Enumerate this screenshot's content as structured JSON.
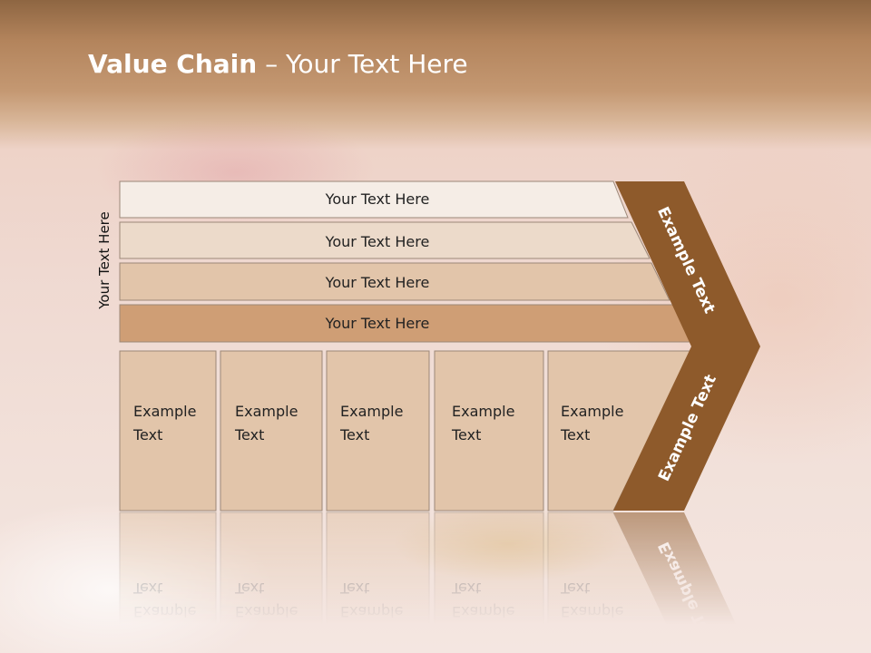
{
  "title": {
    "bold": "Value Chain",
    "rest": " – Your Text Here"
  },
  "side_label": "Your Text Here",
  "support_rows": [
    {
      "label": "Your Text Here",
      "fill": "#f5ede6"
    },
    {
      "label": "Your Text Here",
      "fill": "#ecdaca"
    },
    {
      "label": "Your Text Here",
      "fill": "#e2c5aa"
    },
    {
      "label": "Your Text Here",
      "fill": "#cf9e75"
    }
  ],
  "primary_columns": [
    {
      "line1": "Example",
      "line2": "Text"
    },
    {
      "line1": "Example",
      "line2": "Text"
    },
    {
      "line1": "Example",
      "line2": "Text"
    },
    {
      "line1": "Example",
      "line2": "Text"
    },
    {
      "line1": "Example",
      "line2": "Text"
    }
  ],
  "chevron": {
    "upper_label": "Example Text",
    "lower_label": "Example Text",
    "fill": "#8e5a2b"
  },
  "colors": {
    "column_fill": "#e2c5aa",
    "row_text": "#222222",
    "chevron_text": "#ffffff"
  }
}
